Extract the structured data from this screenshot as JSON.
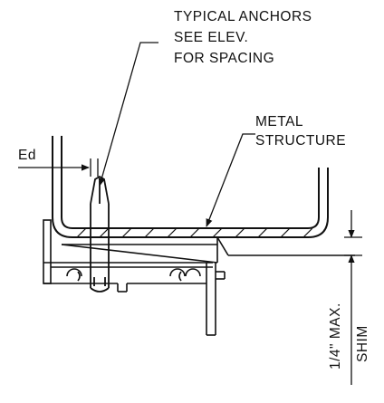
{
  "labels": {
    "anchors_line1": "TYPICAL ANCHORS",
    "anchors_line2": "SEE ELEV.",
    "anchors_line3": "FOR SPACING",
    "metal_line1": "METAL",
    "metal_line2": "STRUCTURE",
    "ed": "Ed",
    "shim_max": "1/4\" MAX.",
    "shim": "SHIM"
  },
  "colors": {
    "ink": "#111111",
    "background": "#ffffff"
  }
}
